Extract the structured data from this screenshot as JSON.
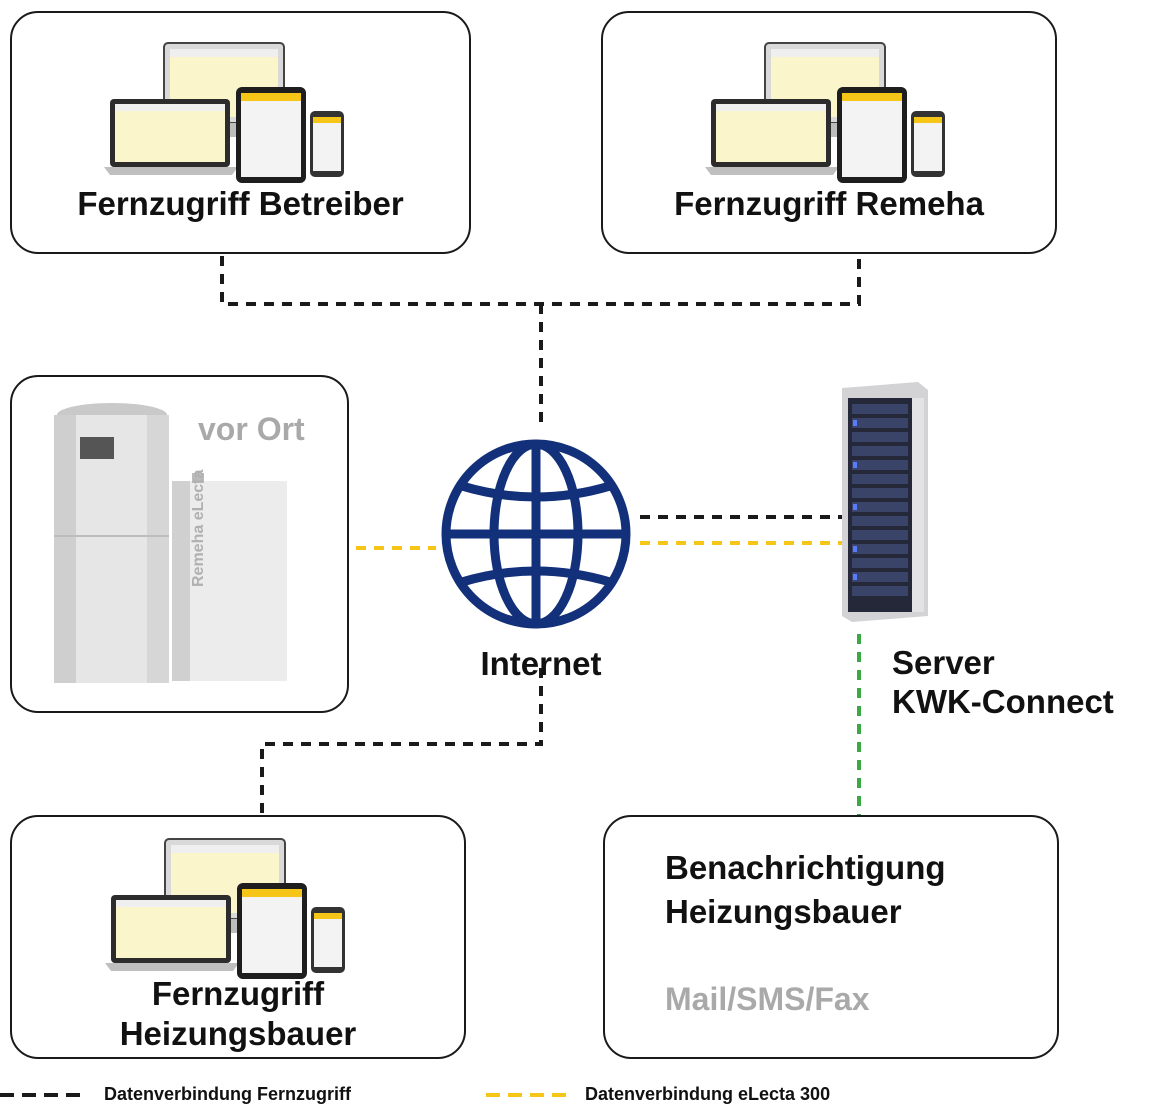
{
  "boxes": {
    "betreiber": {
      "title": "Fernzugriff Betreiber"
    },
    "remeha": {
      "title": "Fernzugriff Remeha"
    },
    "vor_ort": {
      "title": "vor Ort",
      "unit_text": "Remeha eLecta"
    },
    "heizungsbauer": {
      "title_line1": "Fernzugriff",
      "title_line2": "Heizungsbauer"
    },
    "benachrichtigung": {
      "title_line1": "Benachrichtigung",
      "title_line2": "Heizungsbauer",
      "subtitle": "Mail/SMS/Fax"
    }
  },
  "nodes": {
    "internet": {
      "label": "Internet",
      "icon": "globe-icon"
    },
    "server": {
      "label_line1": "Server",
      "label_line2": "KWK-Connect",
      "icon": "server-rack-icon"
    }
  },
  "legend": [
    {
      "label": "Datenverbindung Fernzugriff",
      "color": "#1a1a1a"
    },
    {
      "label": "Datenverbindung eLecta 300",
      "color": "#f5c518"
    }
  ],
  "colors": {
    "remote_link": "#1a1a1a",
    "electa_link": "#f5c518",
    "notify_link": "#3aa843",
    "globe": "#13307a"
  }
}
